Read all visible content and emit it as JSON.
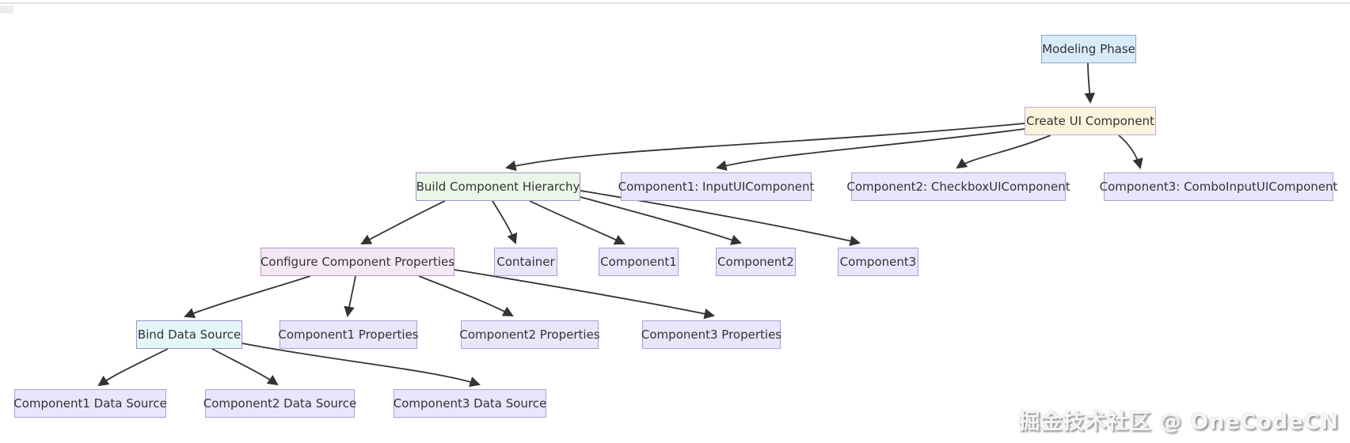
{
  "page": {
    "background": "#ffffff"
  },
  "diagram": {
    "nodes": [
      {
        "id": "modeling",
        "label": "Modeling Phase",
        "kind": "blue"
      },
      {
        "id": "create",
        "label": "Create UI Component",
        "kind": "cream"
      },
      {
        "id": "build",
        "label": "Build Component Hierarchy",
        "kind": "green"
      },
      {
        "id": "comp1full",
        "label": "Component1: InputUIComponent",
        "kind": "lavender"
      },
      {
        "id": "comp2full",
        "label": "Component2: CheckboxUIComponent",
        "kind": "lavender"
      },
      {
        "id": "comp3full",
        "label": "Component3: ComboInputUIComponent",
        "kind": "lavender"
      },
      {
        "id": "configure",
        "label": "Configure Component Properties",
        "kind": "pink"
      },
      {
        "id": "container",
        "label": "Container",
        "kind": "lavender"
      },
      {
        "id": "comp1",
        "label": "Component1",
        "kind": "lavender"
      },
      {
        "id": "comp2",
        "label": "Component2",
        "kind": "lavender"
      },
      {
        "id": "comp3",
        "label": "Component3",
        "kind": "lavender"
      },
      {
        "id": "bind",
        "label": "Bind Data Source",
        "kind": "cyan"
      },
      {
        "id": "c1props",
        "label": "Component1 Properties",
        "kind": "lavender"
      },
      {
        "id": "c2props",
        "label": "Component2 Properties",
        "kind": "lavender"
      },
      {
        "id": "c3props",
        "label": "Component3 Properties",
        "kind": "lavender"
      },
      {
        "id": "c1ds",
        "label": "Component1 Data Source",
        "kind": "lavender"
      },
      {
        "id": "c2ds",
        "label": "Component2 Data Source",
        "kind": "lavender"
      },
      {
        "id": "c3ds",
        "label": "Component3 Data Source",
        "kind": "lavender"
      }
    ],
    "edges": [
      {
        "from": "modeling",
        "to": "create"
      },
      {
        "from": "create",
        "to": "build"
      },
      {
        "from": "create",
        "to": "comp1full"
      },
      {
        "from": "create",
        "to": "comp2full"
      },
      {
        "from": "create",
        "to": "comp3full"
      },
      {
        "from": "build",
        "to": "configure"
      },
      {
        "from": "build",
        "to": "container"
      },
      {
        "from": "build",
        "to": "comp1"
      },
      {
        "from": "build",
        "to": "comp2"
      },
      {
        "from": "build",
        "to": "comp3"
      },
      {
        "from": "configure",
        "to": "bind"
      },
      {
        "from": "configure",
        "to": "c1props"
      },
      {
        "from": "configure",
        "to": "c2props"
      },
      {
        "from": "configure",
        "to": "c3props"
      },
      {
        "from": "bind",
        "to": "c1ds"
      },
      {
        "from": "bind",
        "to": "c2ds"
      },
      {
        "from": "bind",
        "to": "c3ds"
      }
    ],
    "colors": {
      "edge": "#333333",
      "text": "#333333",
      "blue_fill": "#d7ebf9",
      "blue_border": "#88a6d2",
      "cream_fill": "#fdf3dc",
      "cream_border": "#bbaad6",
      "green_fill": "#e9f7e7",
      "green_border": "#a78fd2",
      "pink_fill": "#f6e7f5",
      "pink_border": "#b793cf",
      "cyan_fill": "#e4f8f9",
      "cyan_border": "#9a8fd6",
      "lavender_fill": "#e8e6fb",
      "lavender_border": "#a7a2d8"
    }
  },
  "watermark": {
    "text": "掘金技术社区 @ OneCodeCN"
  }
}
